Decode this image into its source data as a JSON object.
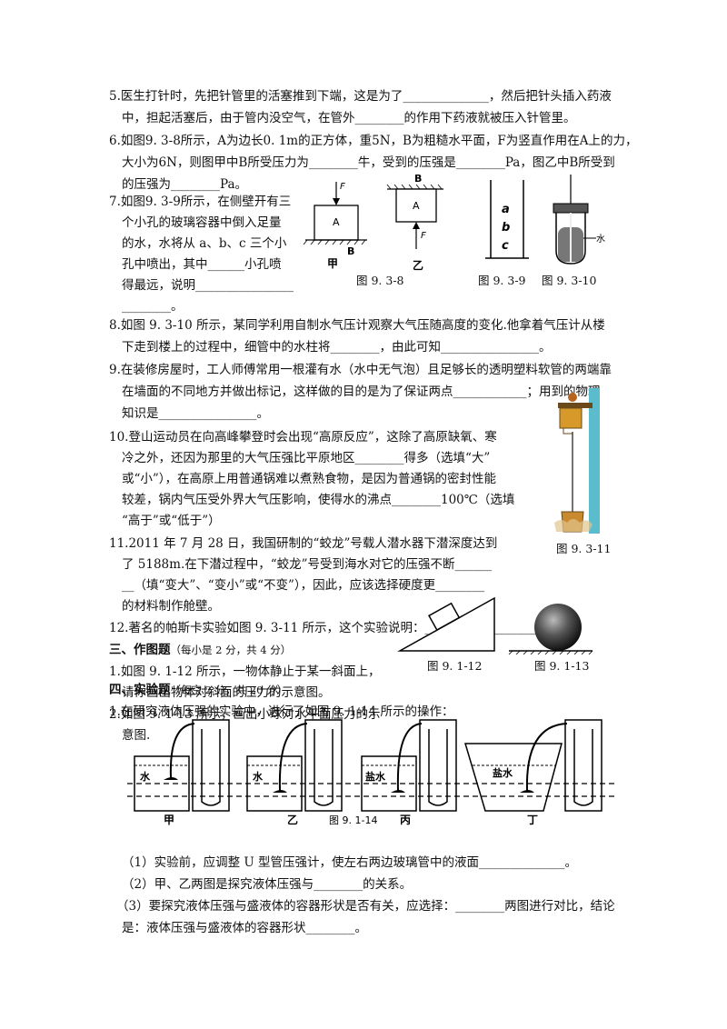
{
  "q5": {
    "l1": "5.医生打针时，先把针管里的活塞推到下端，这是为了______________，然后把针头插入药液",
    "l2": "中，担起活塞后，由于管内没空气，在管外________的作用下药液就被压入针管里。"
  },
  "q6": {
    "l1": "6.如图9. 3-8所示，A为边长0. 1m的正方体，重5N，B为粗糙水平面，F为竖直作用在A上的力，",
    "l2": "大小为6N，则图甲中B所受压力为________牛，受到的压强是________Pa，图乙中B所受到",
    "l3": "的压强为________Pa。"
  },
  "q7": {
    "l1": "7.如图9. 3-9所示，在侧壁开有三",
    "l2": "个小孔的玻璃容器中倒入足量",
    "l3": "的水，水将从 a、b、c 三个小",
    "l4": "孔中喷出，其中______小孔喷",
    "l5": "得最远，说明________________",
    "l6": "________。"
  },
  "fig938": {
    "label_F": "F",
    "label_A": "A",
    "label_B": "B",
    "jia": "甲",
    "yi": "乙",
    "caption": "图 9. 3-8"
  },
  "fig939": {
    "a": "a",
    "b": "b",
    "c": "c",
    "caption": "图 9. 3-9"
  },
  "fig9310": {
    "water": "水",
    "caption": "图 9. 3-10"
  },
  "q8": {
    "l1": "8.如图 9. 3-10 所示，某同学利用自制水气压计观察大气压随高度的变化.他拿着气压计从楼",
    "l2": "下走到楼上的过程中，细管中的水柱将________，由此可知________________。"
  },
  "q9": {
    "l1": "9.在装修房屋时，工人师傅常用一根灌有水（水中无气泡）且足够长的透明塑料软管的两端靠",
    "l2": "在墙面的不同地方并做出标记，这样做的目的是为了保证两点____________；用到的物理",
    "l3": "知识是________________。"
  },
  "q10": {
    "l1": "10.登山运动员在向高峰攀登时会出现“高原反应”，这除了高原缺氧、寒",
    "l2": "冷之外，还因为那里的大气压强比平原地区________得多（选填“大”",
    "l3": "或“小”），在高原上用普通锅难以煮熟食物，是因为普通锅的密封性能",
    "l4": "较差，锅内气压受外界大气压影响，使得水的沸点________100℃（选填",
    "l5": "“高于”或“低于”）"
  },
  "q11": {
    "l1": "11.2011 年 7 月 28 日，我国研制的“蛟龙”号载人潜水器下潜深度达到",
    "l2": "了 5188m.在下潜过程中，“蛟龙”号受到海水对它的压强不断______",
    "l3": "__（填“变大”、“变小”或“不变”），因此，应该选择硬度更________",
    "l4": "的材料制作舱壁。"
  },
  "fig9311": {
    "caption": "图 9. 3-11"
  },
  "q12": {
    "l1": "12.著名的帕斯卡实验如图 9. 3-11 所示，这个实验说明：________________________。"
  },
  "sec3": {
    "title": "三、作图题",
    "note": "（每小是 2 分，共 4 分）"
  },
  "draw1": {
    "l1": "1.如图 9. 1-12 所示，一物体静止于某一斜面上，",
    "l2": "请你画出物体对斜面的压力的示意图。"
  },
  "draw2": {
    "l1": "2.如图 9. 1-13 所示，画出小球对水平面压力的示",
    "l2": "意图."
  },
  "fig9112": {
    "caption": "图 9. 1-12"
  },
  "fig9113": {
    "caption": "图 9. 1-13"
  },
  "sec4": {
    "title": "四、实验题",
    "note": "（每空 2 分，共 20 分）"
  },
  "exp1": {
    "l1": "1.在研究液体压强的实验中，进行了如图 9. 1-14 所示的操作："
  },
  "fig9114": {
    "w1": "水",
    "w2": "水",
    "w3": "盐水",
    "w4": "盐水",
    "jia": "甲",
    "yi": "乙",
    "bing": "丙",
    "ding": "丁",
    "caption": "图 9. 1-14"
  },
  "exp_q1": "（1）实验前，应调整 U 型管压强计，使左右两边玻璃管中的液面______________。",
  "exp_q2": "（2）甲、乙两图是探究液体压强与________的关系。",
  "exp_q3": {
    "l1": "（3）要探究液体压强与盛液体的容器形状是否有关，应选择：________两图进行对比，结论",
    "l2": "是：液体压强与盛液体的容器形状________。"
  }
}
